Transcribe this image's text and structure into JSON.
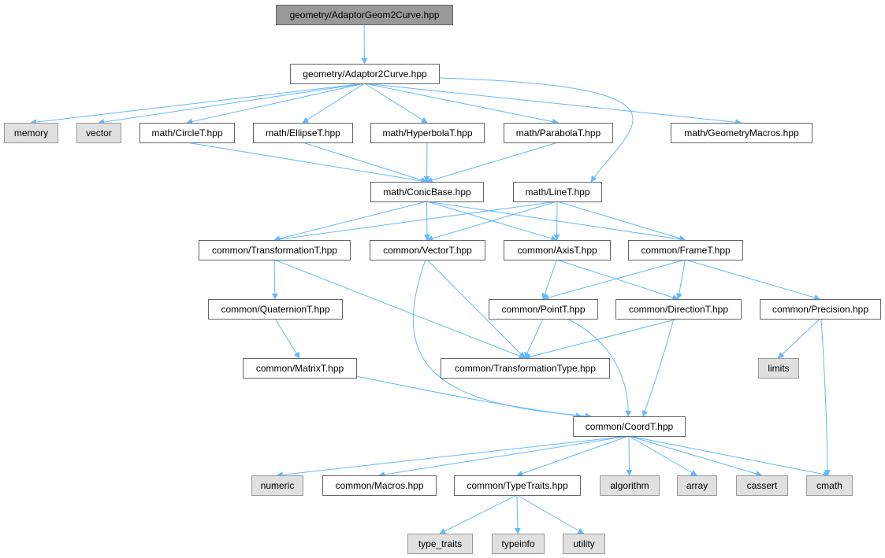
{
  "colors": {
    "edge": "#63b8ff",
    "root_fill": "#999999",
    "root_border": "#666666",
    "file_fill": "#ffffff",
    "file_border": "#666666",
    "system_fill": "#e0e0e0",
    "system_border": "#999999"
  },
  "nodes": [
    {
      "id": "root",
      "label": "geometry/AdaptorGeom2Curve.hpp",
      "kind": "root"
    },
    {
      "id": "adaptor2curve",
      "label": "geometry/Adaptor2Curve.hpp",
      "kind": "file"
    },
    {
      "id": "memory",
      "label": "memory",
      "kind": "system"
    },
    {
      "id": "vector",
      "label": "vector",
      "kind": "system"
    },
    {
      "id": "circle",
      "label": "math/CircleT.hpp",
      "kind": "file"
    },
    {
      "id": "ellipse",
      "label": "math/EllipseT.hpp",
      "kind": "file"
    },
    {
      "id": "hyperbola",
      "label": "math/HyperbolaT.hpp",
      "kind": "file"
    },
    {
      "id": "parabola",
      "label": "math/ParabolaT.hpp",
      "kind": "file"
    },
    {
      "id": "geommacros",
      "label": "math/GeometryMacros.hpp",
      "kind": "file"
    },
    {
      "id": "conicbase",
      "label": "math/ConicBase.hpp",
      "kind": "file"
    },
    {
      "id": "line",
      "label": "math/LineT.hpp",
      "kind": "file"
    },
    {
      "id": "transformation",
      "label": "common/TransformationT.hpp",
      "kind": "file"
    },
    {
      "id": "vectort",
      "label": "common/VectorT.hpp",
      "kind": "file"
    },
    {
      "id": "axis",
      "label": "common/AxisT.hpp",
      "kind": "file"
    },
    {
      "id": "frame",
      "label": "common/FrameT.hpp",
      "kind": "file"
    },
    {
      "id": "quaternion",
      "label": "common/QuaternionT.hpp",
      "kind": "file"
    },
    {
      "id": "point",
      "label": "common/PointT.hpp",
      "kind": "file"
    },
    {
      "id": "direction",
      "label": "common/DirectionT.hpp",
      "kind": "file"
    },
    {
      "id": "precision",
      "label": "common/Precision.hpp",
      "kind": "file"
    },
    {
      "id": "matrix",
      "label": "common/MatrixT.hpp",
      "kind": "file"
    },
    {
      "id": "transtype",
      "label": "common/TransformationType.hpp",
      "kind": "file"
    },
    {
      "id": "limits",
      "label": "limits",
      "kind": "system"
    },
    {
      "id": "coord",
      "label": "common/CoordT.hpp",
      "kind": "file"
    },
    {
      "id": "numeric",
      "label": "numeric",
      "kind": "system"
    },
    {
      "id": "macros",
      "label": "common/Macros.hpp",
      "kind": "file"
    },
    {
      "id": "typetraits",
      "label": "common/TypeTraits.hpp",
      "kind": "file"
    },
    {
      "id": "algorithm",
      "label": "algorithm",
      "kind": "system"
    },
    {
      "id": "array",
      "label": "array",
      "kind": "system"
    },
    {
      "id": "cassert",
      "label": "cassert",
      "kind": "system"
    },
    {
      "id": "cmath",
      "label": "cmath",
      "kind": "system"
    },
    {
      "id": "type_traits",
      "label": "type_traits",
      "kind": "system"
    },
    {
      "id": "typeinfo",
      "label": "typeinfo",
      "kind": "system"
    },
    {
      "id": "utility",
      "label": "utility",
      "kind": "system"
    }
  ],
  "edges": [
    [
      "root",
      "adaptor2curve"
    ],
    [
      "adaptor2curve",
      "memory"
    ],
    [
      "adaptor2curve",
      "vector"
    ],
    [
      "adaptor2curve",
      "circle"
    ],
    [
      "adaptor2curve",
      "ellipse"
    ],
    [
      "adaptor2curve",
      "hyperbola"
    ],
    [
      "adaptor2curve",
      "parabola"
    ],
    [
      "adaptor2curve",
      "geommacros"
    ],
    [
      "adaptor2curve",
      "line"
    ],
    [
      "circle",
      "conicbase"
    ],
    [
      "ellipse",
      "conicbase"
    ],
    [
      "hyperbola",
      "conicbase"
    ],
    [
      "parabola",
      "conicbase"
    ],
    [
      "conicbase",
      "transformation"
    ],
    [
      "conicbase",
      "vectort"
    ],
    [
      "conicbase",
      "axis"
    ],
    [
      "conicbase",
      "frame"
    ],
    [
      "line",
      "transformation"
    ],
    [
      "line",
      "vectort"
    ],
    [
      "line",
      "axis"
    ],
    [
      "line",
      "frame"
    ],
    [
      "transformation",
      "quaternion"
    ],
    [
      "transformation",
      "transtype"
    ],
    [
      "quaternion",
      "matrix"
    ],
    [
      "matrix",
      "coord"
    ],
    [
      "vectort",
      "transtype"
    ],
    [
      "vectort",
      "coord"
    ],
    [
      "axis",
      "point"
    ],
    [
      "axis",
      "direction"
    ],
    [
      "frame",
      "point"
    ],
    [
      "frame",
      "direction"
    ],
    [
      "frame",
      "precision"
    ],
    [
      "point",
      "transtype"
    ],
    [
      "point",
      "coord"
    ],
    [
      "direction",
      "transtype"
    ],
    [
      "direction",
      "coord"
    ],
    [
      "precision",
      "limits"
    ],
    [
      "precision",
      "cmath"
    ],
    [
      "coord",
      "numeric"
    ],
    [
      "coord",
      "macros"
    ],
    [
      "coord",
      "typetraits"
    ],
    [
      "coord",
      "algorithm"
    ],
    [
      "coord",
      "array"
    ],
    [
      "coord",
      "cassert"
    ],
    [
      "coord",
      "cmath"
    ],
    [
      "typetraits",
      "type_traits"
    ],
    [
      "typetraits",
      "typeinfo"
    ],
    [
      "typetraits",
      "utility"
    ]
  ]
}
